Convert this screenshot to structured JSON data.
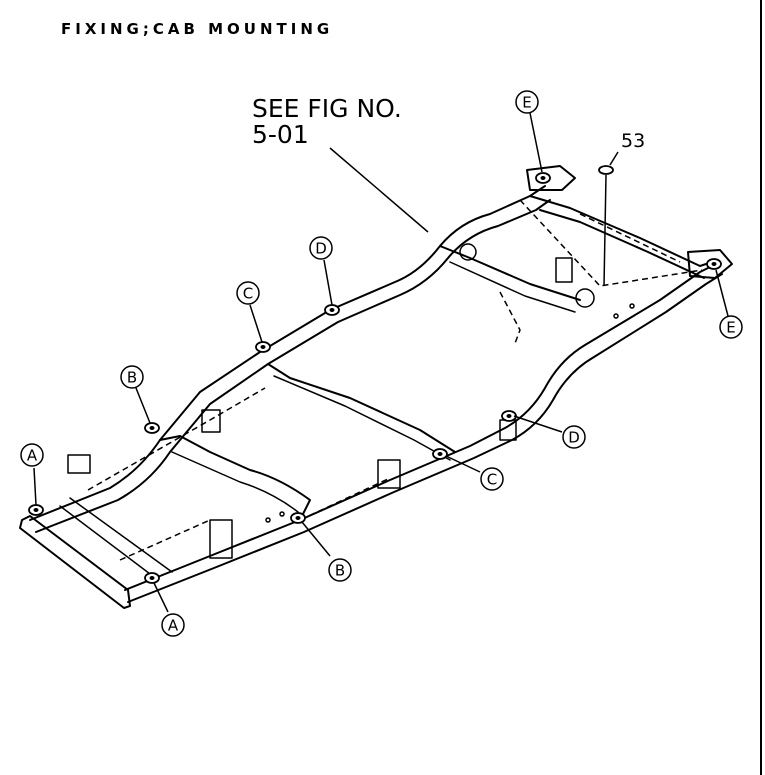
{
  "page": {
    "title": "FIXING;CAB MOUNTING"
  },
  "diagram": {
    "reference_note": {
      "line1": "SEE FIG NO.",
      "line2": "5-01"
    },
    "part_number": "53",
    "callouts": [
      {
        "id": "callout-e-rear-left",
        "letter": "E"
      },
      {
        "id": "callout-e-rear-right",
        "letter": "E"
      },
      {
        "id": "callout-d-left",
        "letter": "D"
      },
      {
        "id": "callout-d-right",
        "letter": "D"
      },
      {
        "id": "callout-c-left",
        "letter": "C"
      },
      {
        "id": "callout-c-right",
        "letter": "C"
      },
      {
        "id": "callout-b-left",
        "letter": "B"
      },
      {
        "id": "callout-b-right",
        "letter": "B"
      },
      {
        "id": "callout-a-left",
        "letter": "A"
      },
      {
        "id": "callout-a-front",
        "letter": "A"
      }
    ]
  }
}
